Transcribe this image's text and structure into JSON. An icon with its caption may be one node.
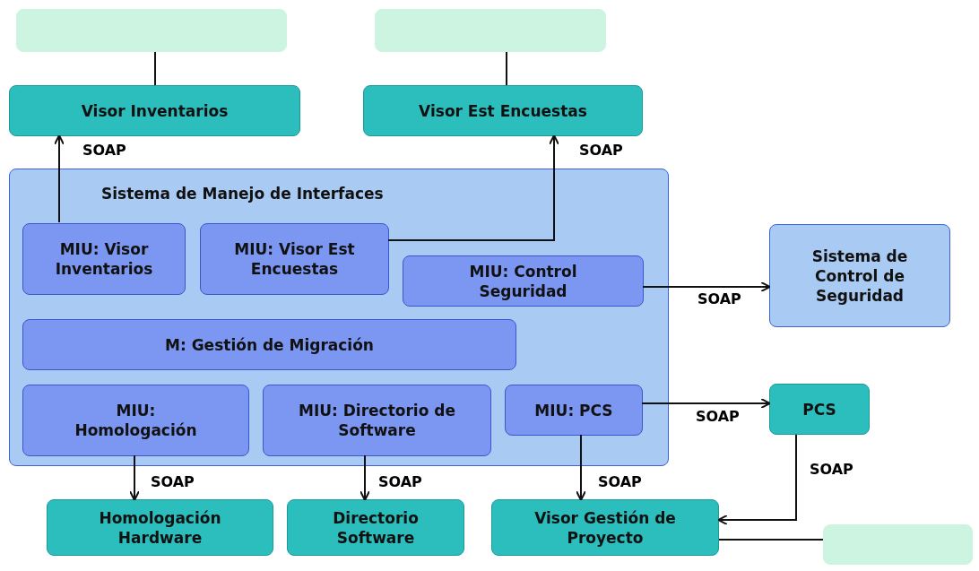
{
  "diagram": {
    "nodes": [
      {
        "text": [],
        "shape": "box"
      },
      {
        "text": [],
        "shape": "box"
      },
      {
        "text": [
          "Visor Inventarios"
        ]
      },
      {
        "text": [
          "Visor Est Encuestas"
        ]
      },
      {
        "text": [
          "Sistema de Manejo de Interfaces"
        ]
      },
      {
        "text": [
          "MIU: Visor Inventarios"
        ],
        "in": 4
      },
      {
        "text": [
          "MIU: Visor Est Encuestas"
        ],
        "in": 4
      },
      {
        "text": [
          "MIU: Control Seguridad"
        ],
        "in": 4
      },
      {
        "text": [
          "Sistema de Control de Seguridad"
        ]
      },
      {
        "text": [
          "M: Gestión de Migración"
        ],
        "in": 4
      },
      {
        "text": [
          "MIU: Homologación"
        ],
        "in": 4
      },
      {
        "text": [
          "MIU: Directorio de Software"
        ],
        "in": 4
      },
      {
        "text": [
          "MIU: PCS"
        ],
        "in": 4
      },
      {
        "text": [
          "PCS"
        ]
      },
      {
        "text": [
          "Homologación Hardware"
        ]
      },
      {
        "text": [
          "Directorio Software"
        ]
      },
      {
        "text": [
          "Visor Gestión de Proyecto"
        ]
      },
      {
        "text": [],
        "shape": "box"
      }
    ],
    "edges": [
      {
        "from": 2,
        "to": 0,
        "arrow": "none"
      },
      {
        "from": 3,
        "to": 1,
        "arrow": "none"
      },
      {
        "from": 5,
        "to": 2,
        "arrow": "to",
        "label": "SOAP"
      },
      {
        "from": 6,
        "to": 3,
        "arrow": "to",
        "label": "SOAP"
      },
      {
        "from": 7,
        "to": 8,
        "arrow": "to",
        "label": "SOAP"
      },
      {
        "from": 10,
        "to": 14,
        "arrow": "to",
        "label": "SOAP"
      },
      {
        "from": 11,
        "to": 15,
        "arrow": "to",
        "label": "SOAP"
      },
      {
        "from": 12,
        "to": 13,
        "arrow": "to",
        "label": "SOAP"
      },
      {
        "from": 12,
        "to": 16,
        "arrow": "to",
        "label": "SOAP"
      },
      {
        "from": 13,
        "to": 16,
        "arrow": "to",
        "label": "SOAP"
      },
      {
        "from": 17,
        "to": 16,
        "arrow": "none"
      }
    ]
  }
}
